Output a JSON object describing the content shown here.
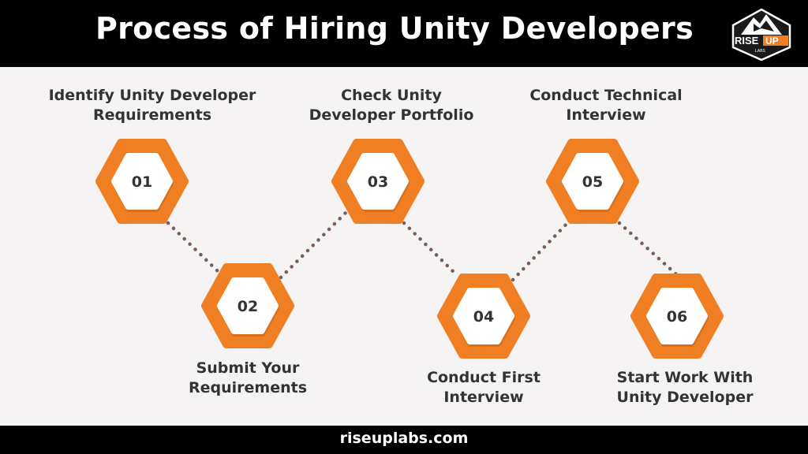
{
  "header": {
    "title": "Process of Hiring Unity Developers",
    "logo_text": "RISE UP LABS"
  },
  "steps": [
    {
      "number": "01",
      "line1": "Identify Unity Developer",
      "line2": "Requirements"
    },
    {
      "number": "02",
      "line1": "Submit Your",
      "line2": "Requirements"
    },
    {
      "number": "03",
      "line1": "Check Unity",
      "line2": "Developer Portfolio"
    },
    {
      "number": "04",
      "line1": "Conduct First",
      "line2": "Interview"
    },
    {
      "number": "05",
      "line1": "Conduct Technical",
      "line2": "Interview"
    },
    {
      "number": "06",
      "line1": "Start Work With",
      "line2": "Unity Developer"
    }
  ],
  "footer": {
    "url": "riseuplabs.com"
  },
  "colors": {
    "accent": "#ef7f22",
    "connector": "#7a5e52",
    "background": "#f5f3f3",
    "bar": "#000000"
  }
}
